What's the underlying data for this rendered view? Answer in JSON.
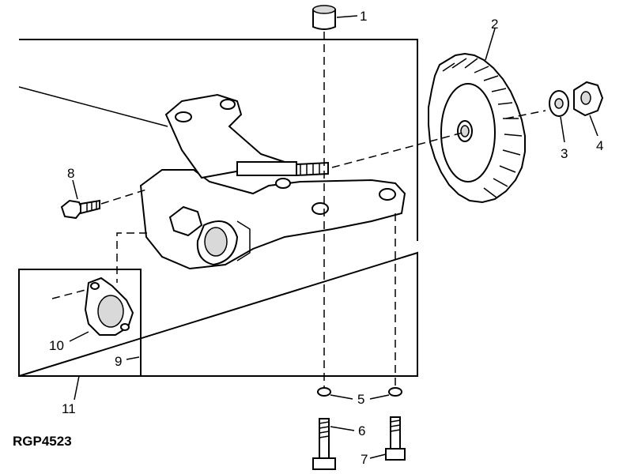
{
  "figure_code": "RGP4523",
  "callouts": {
    "c1": "1",
    "c2": "2",
    "c3": "3",
    "c4": "4",
    "c5": "5",
    "c6": "6",
    "c7": "7",
    "c8": "8",
    "c9": "9",
    "c10": "10",
    "c11": "11"
  }
}
